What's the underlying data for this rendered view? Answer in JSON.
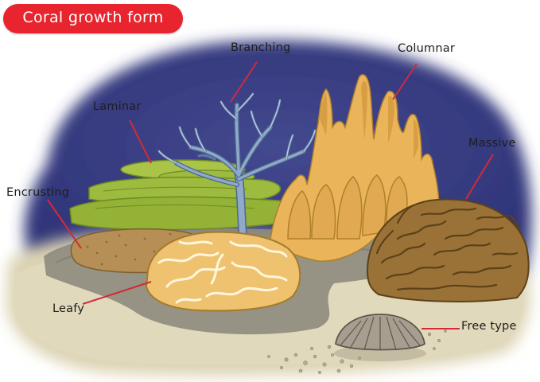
{
  "title": "Coral growth form",
  "labels": {
    "branching": "Branching",
    "columnar": "Columnar",
    "laminar": "Laminar",
    "massive": "Massive",
    "encrusting": "Encrusting",
    "leafy": "Leafy",
    "free_type": "Free type"
  },
  "colors": {
    "title_bg": "#e8242f",
    "title_text": "#ffffff",
    "water": "#3a3f8c",
    "sand": "#dcd3b2",
    "rock": "#8e8a7e",
    "leader_line": "#d32a3a",
    "laminar": "#9dbb3e",
    "branching": "#8fa9c8",
    "columnar": "#e9b45a",
    "massive": "#9a7238",
    "encrusting": "#b58f56",
    "leafy": "#eec26e",
    "free_type": "#a89e90"
  }
}
